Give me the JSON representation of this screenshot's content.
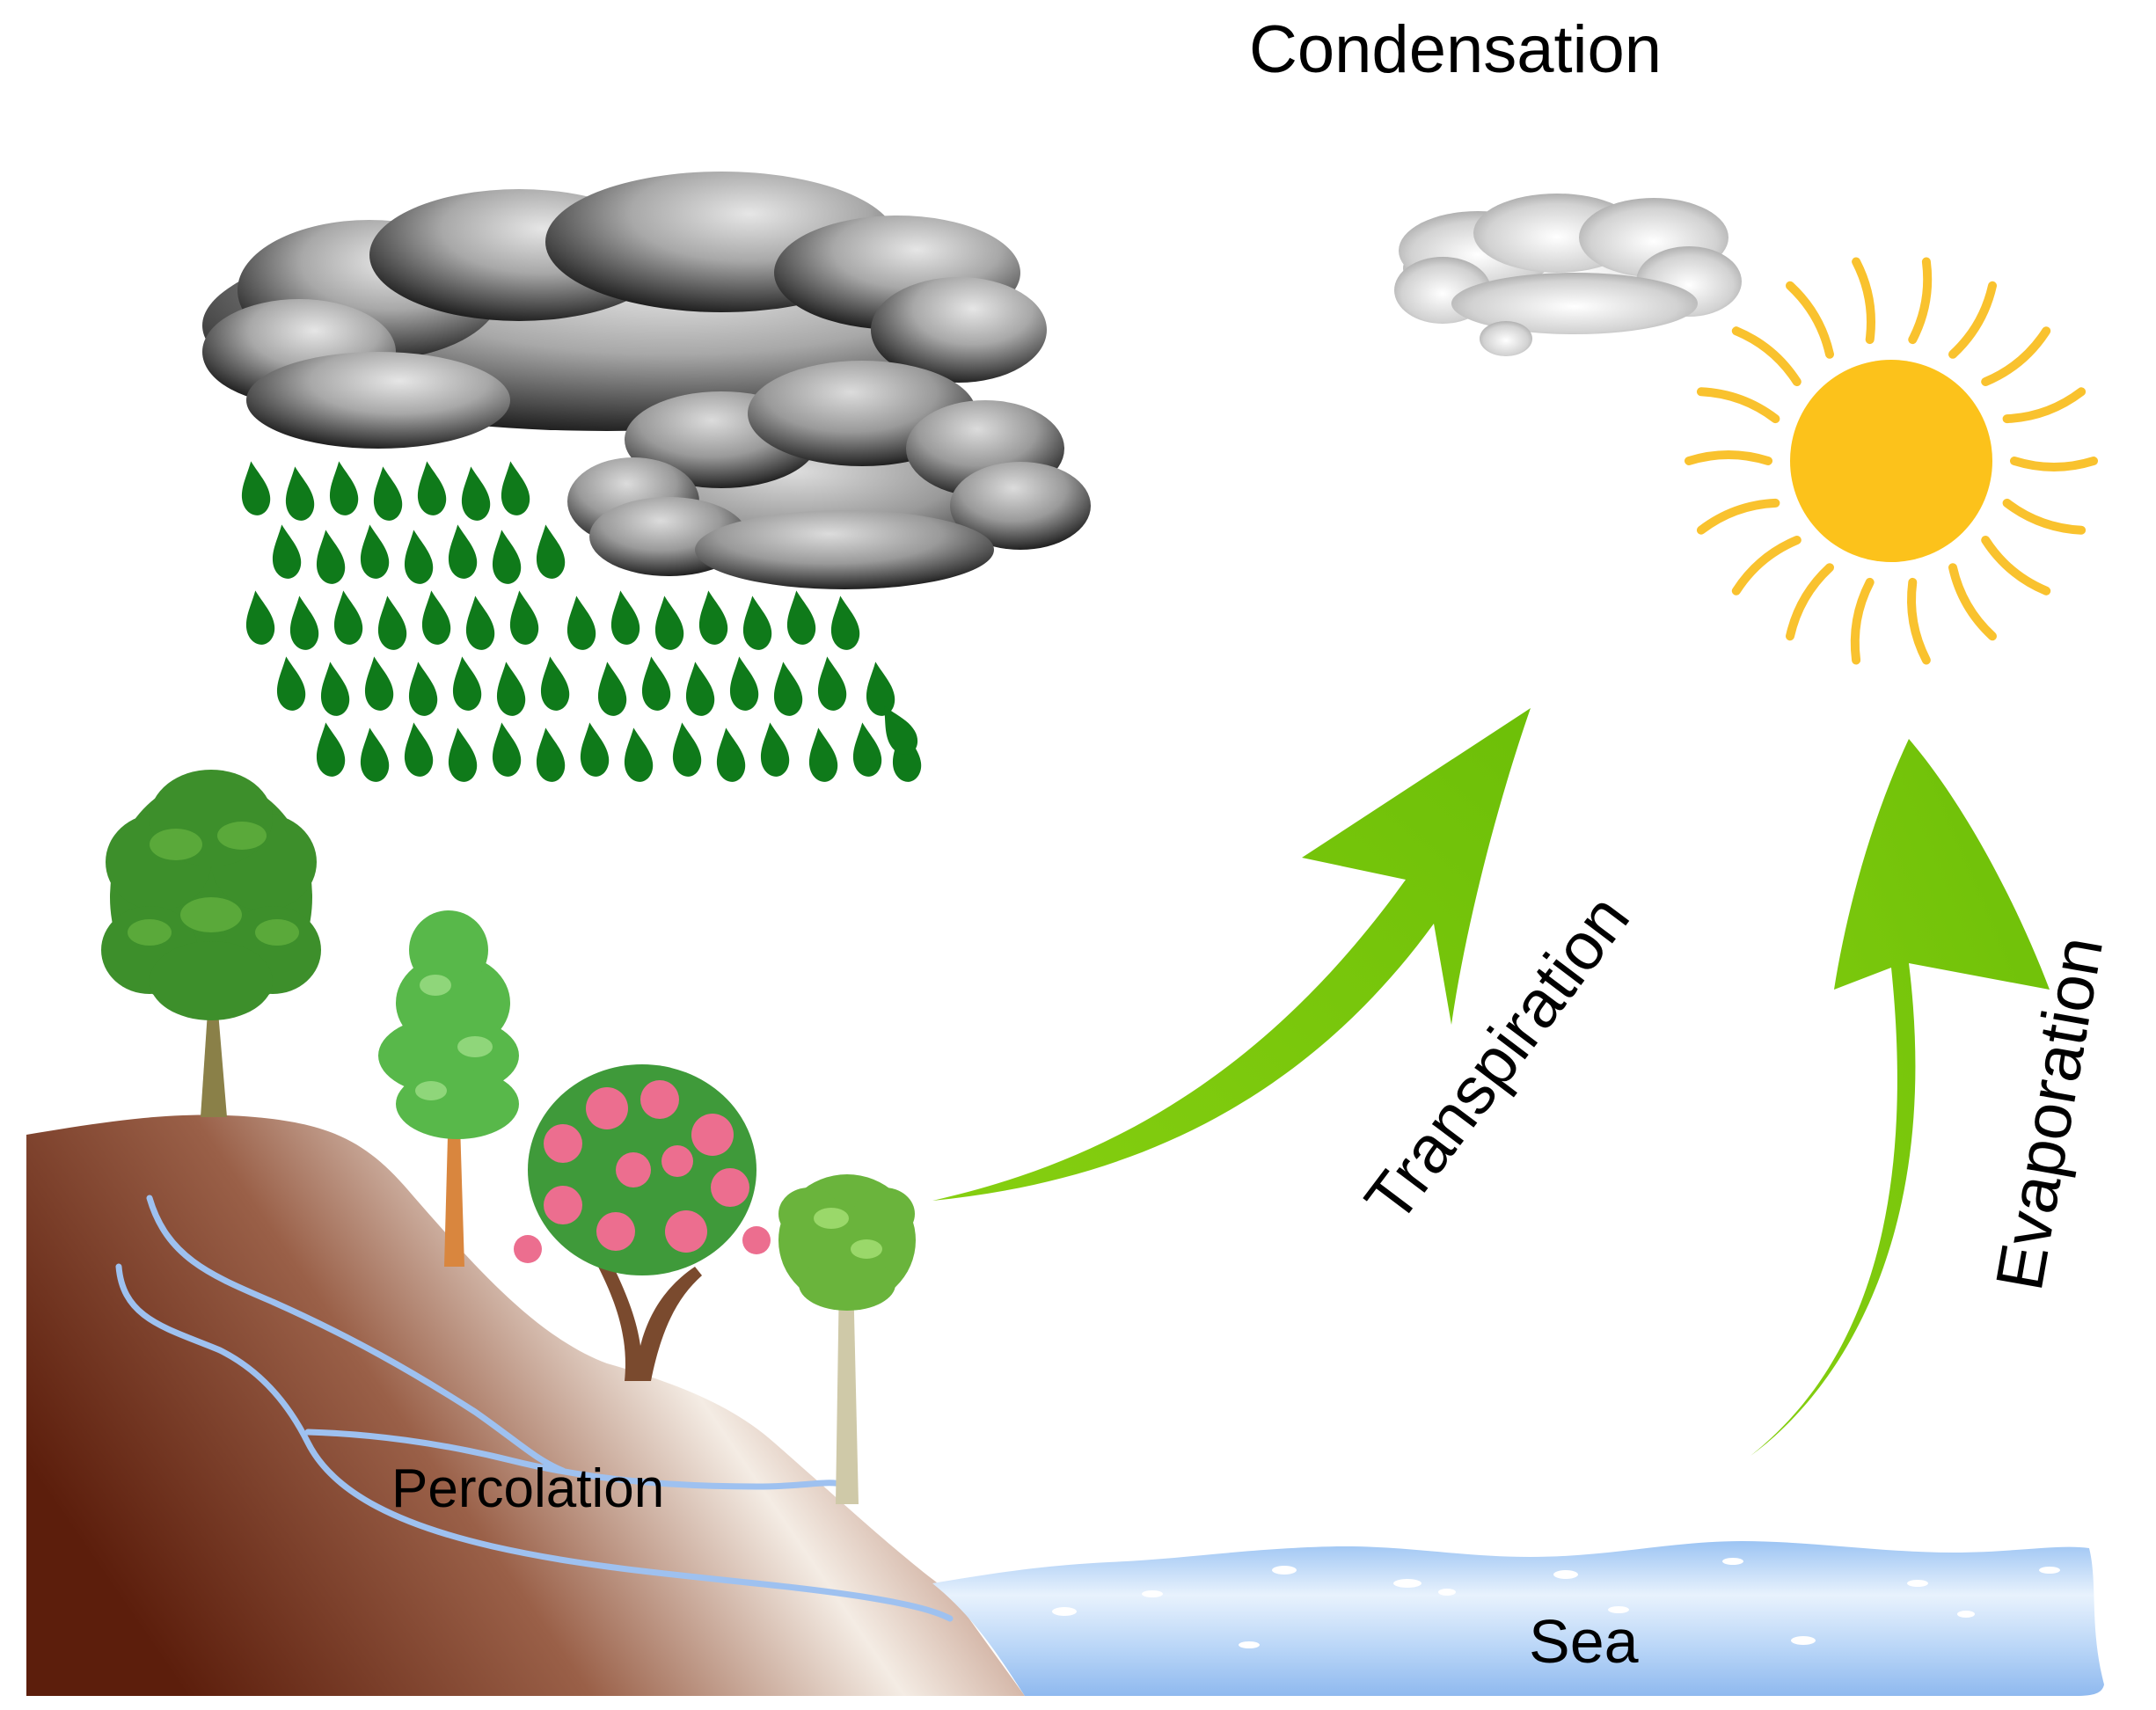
{
  "labels": {
    "condensation": "Condensation",
    "transpiration": "Transpiration",
    "evaporation": "Evaporation",
    "percolation": "Percolation",
    "sea": "Sea"
  },
  "colors": {
    "background": "#ffffff",
    "raindrop": "#0f7a1a",
    "arrow": "#7ac70c",
    "sun": "#fcc21b",
    "sun_ray": "#f9c22e",
    "soil_dark": "#5c1e0c",
    "soil_light": "#f4ece4",
    "water": "#a9cdf5",
    "seep_line": "#9ec1f0",
    "tree_foliage": "#3d8f2b",
    "blossom": "#ec6e8f"
  },
  "icons": [
    "rain-cloud-icon",
    "sun-icon",
    "tree-icon",
    "raindrop-icon",
    "arrow-icon"
  ]
}
